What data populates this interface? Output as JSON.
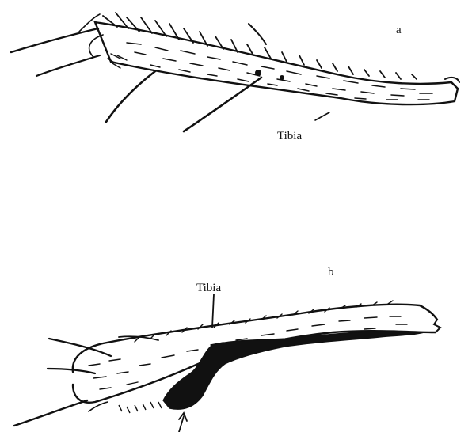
{
  "panel_a": {
    "letter": "a",
    "structure_label": "Tibia"
  },
  "panel_b": {
    "letter": "b",
    "structure_label": "Tibia"
  },
  "colors": {
    "ink": "#111111",
    "paper": "#ffffff"
  }
}
